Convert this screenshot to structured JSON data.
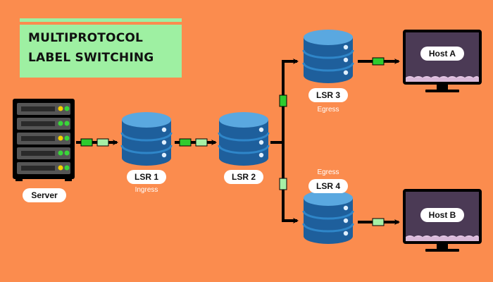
{
  "title": {
    "line1": "MULTIPROTOCOL",
    "line2": "LABEL SWITCHING"
  },
  "nodes": {
    "server": {
      "label": "Server"
    },
    "lsr1": {
      "label": "LSR 1",
      "role": "Ingress"
    },
    "lsr2": {
      "label": "LSR 2"
    },
    "lsr3": {
      "label": "LSR 3",
      "role": "Egress"
    },
    "lsr4": {
      "label": "LSR 4",
      "role": "Egress"
    },
    "hostA": {
      "label": "Host A"
    },
    "hostB": {
      "label": "Host B"
    }
  },
  "colors": {
    "background": "#fb8c4e",
    "title_bg": "#9ef0a2",
    "db_top": "#5aa8e0",
    "db_body": "#1e5f9c",
    "monitor": "#4b3a55",
    "label_green_dark": "#2ecc2e",
    "label_green_light": "#a6f0a6"
  }
}
